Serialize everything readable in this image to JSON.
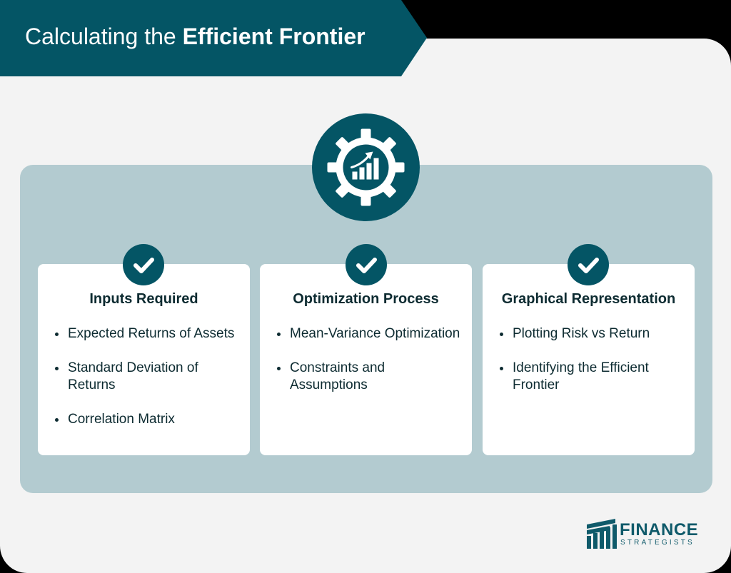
{
  "colors": {
    "teal_dark": "#045565",
    "banner": "#045565",
    "blue_zone": "#b3cbd0",
    "panel": "#f3f3f3",
    "text_dark": "#0d2b31",
    "logo": "#0f5a6a"
  },
  "header": {
    "title_plain": "Calculating the ",
    "title_bold": "Efficient Frontier"
  },
  "hero_icon": "gear-with-bar-chart-icon",
  "cards": [
    {
      "icon": "checkmark-icon",
      "title": "Inputs Required",
      "items": [
        "Expected Returns of Assets",
        "Standard Deviation of Returns",
        "Correlation Matrix"
      ]
    },
    {
      "icon": "checkmark-icon",
      "title": "Optimization Process",
      "items": [
        "Mean-Variance Optimization",
        "Constraints and Assumptions"
      ]
    },
    {
      "icon": "checkmark-icon",
      "title": "Graphical Representation",
      "items": [
        "Plotting Risk vs Return",
        "Identifying the Efficient Frontier"
      ]
    }
  ],
  "logo": {
    "word1": "FINANCE",
    "word2": "STRATEGISTS"
  }
}
